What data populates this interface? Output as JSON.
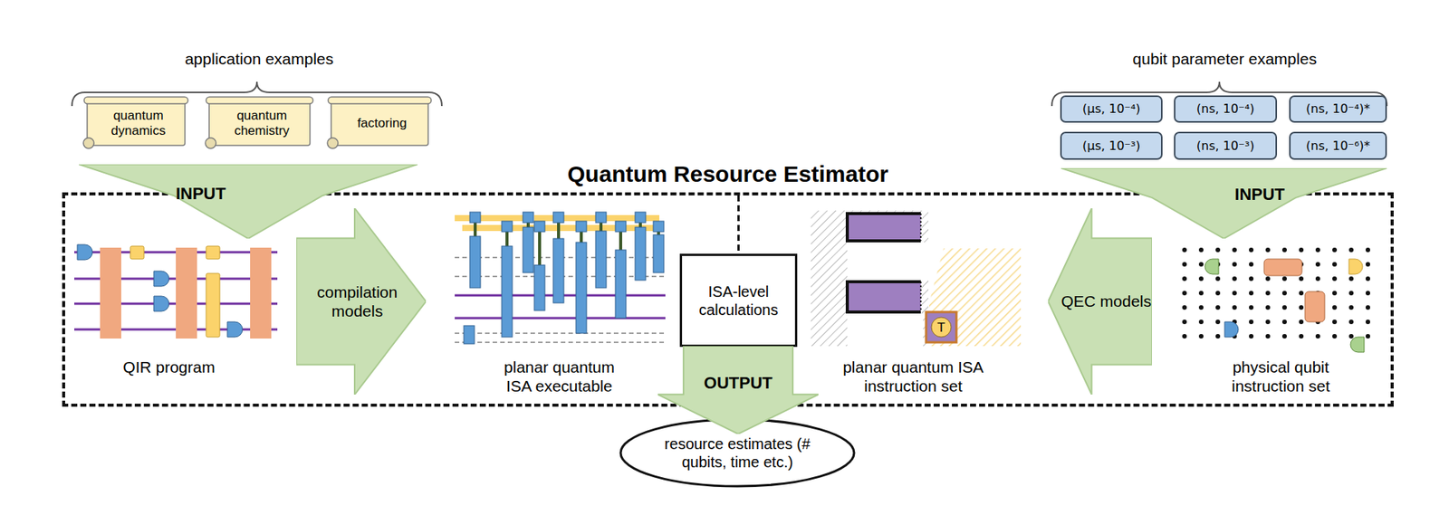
{
  "diagram": {
    "nodes": [
      {
        "text": [
          "quantum dynamics"
        ]
      },
      {
        "text": [
          "quantum chemistry"
        ]
      },
      {
        "text": [
          "factoring"
        ]
      },
      {
        "text": [
          "(μs, 10⁻⁴)"
        ]
      },
      {
        "text": [
          "(ns, 10⁻⁴)"
        ]
      },
      {
        "text": [
          "(ns, 10⁻⁴)*"
        ]
      },
      {
        "text": [
          "(μs, 10⁻³)"
        ]
      },
      {
        "text": [
          "(ns, 10⁻³)"
        ]
      },
      {
        "text": [
          "(ns, 10⁻⁶)*"
        ]
      },
      {
        "text": [
          "INPUT"
        ]
      },
      {
        "text": [
          "INPUT"
        ]
      },
      {
        "text": [
          "Quantum Resource Estimator"
        ]
      },
      {
        "text": [
          "compilation models"
        ],
        "in": 11
      },
      {
        "text": [
          "ISA-level calculations"
        ],
        "in": 11
      },
      {
        "text": [
          "QEC models"
        ],
        "in": 11
      },
      {
        "text": [
          "OUTPUT"
        ]
      },
      {
        "text": [
          "resource estimates (# qubits, time etc.)"
        ]
      }
    ],
    "edges": [
      {
        "from": 11,
        "to": 13,
        "arrow": "none"
      }
    ],
    "labels": [
      "application examples",
      "qubit parameter examples",
      "QIR program",
      "planar quantum ISA executable",
      "planar quantum ISA instruction set",
      "physical qubit instruction set",
      "T"
    ]
  }
}
